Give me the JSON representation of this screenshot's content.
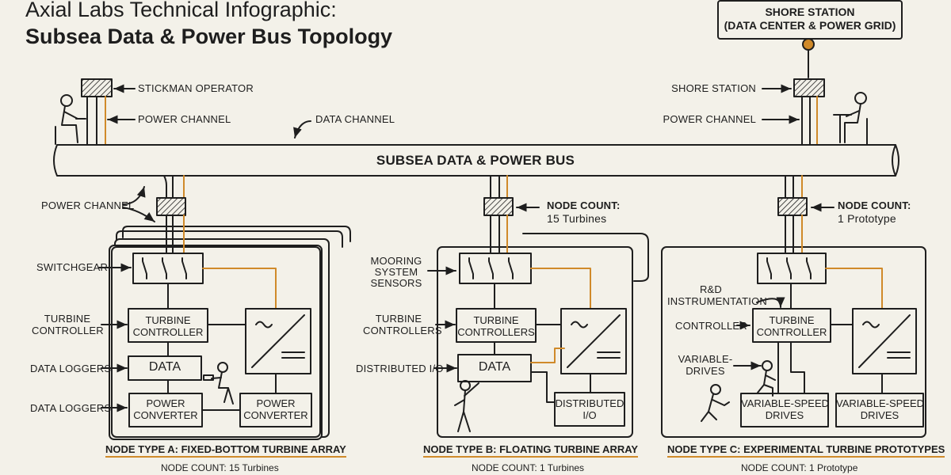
{
  "header": {
    "title_line1": "Axial Labs Technical Infographic:",
    "title_line2": "Subsea Data & Power Bus Topology"
  },
  "shore": {
    "box_line1": "SHORE STATION",
    "box_line2": "(DATA CENTER & POWER GRID)"
  },
  "bus": {
    "label": "SUBSEA DATA & POWER BUS"
  },
  "top_labels": {
    "stickman_operator": "STICKMAN OPERATOR",
    "power_channel_left": "POWER CHANNEL",
    "data_channel": "DATA CHANNEL",
    "shore_station": "SHORE STATION",
    "power_channel_right": "POWER CHANNEL"
  },
  "node_a": {
    "label_power_channel": "POWER CHANNEL",
    "label_switchgear": "SWITCHGEAR",
    "label_turbine_controller_1": "TURBINE",
    "label_turbine_controller_2": "CONTROLLER",
    "label_data_loggers_1": "DATA LOGGERS",
    "label_data_loggers_2": "DATA LOGGERS",
    "box_turbine_1": "TURBINE",
    "box_turbine_2": "CONTROLLER",
    "box_data": "DATA",
    "box_power_conv_1a": "POWER",
    "box_power_conv_1b": "CONVERTER",
    "box_power_conv_2a": "POWER",
    "box_power_conv_2b": "CONVERTER",
    "caption": "NODE TYPE A: FIXED-BOTTOM TURBINE ARRAY",
    "count": "NODE COUNT: 15 Turbines"
  },
  "node_b": {
    "count_head": "NODE COUNT:",
    "count_value": "15 Turbines",
    "label_mooring_1": "MOORING",
    "label_mooring_2": "SYSTEM",
    "label_mooring_3": "SENSORS",
    "label_turbine_1": "TURBINE",
    "label_turbine_2": "CONTROLLERS",
    "label_distributed": "DISTRIBUTED I/O",
    "box_turbine_1": "TURBINE",
    "box_turbine_2": "CONTROLLERS",
    "box_data": "DATA",
    "box_dist_1": "DISTRIBUTED",
    "box_dist_2": "I/O",
    "caption": "NODE TYPE B: FLOATING TURBINE ARRAY",
    "count": "NODE COUNT: 1 Turbines"
  },
  "node_c": {
    "count_head": "NODE COUNT:",
    "count_value": "1 Prototype",
    "label_rd_1": "R&D",
    "label_rd_2": "INSTRUMENTATION",
    "label_controller": "CONTROLLER",
    "label_variable_1": "VARIABLE-",
    "label_variable_2": "DRIVES",
    "box_turbine_1": "TURBINE",
    "box_turbine_2": "CONTROLLER",
    "box_vsd1_1": "VARIABLE-SPEED",
    "box_vsd1_2": "DRIVES",
    "box_vsd2_1": "VARIABLE-SPEED",
    "box_vsd2_2": "DRIVES",
    "caption": "NODE TYPE C: EXPERIMENTAL TURBINE PROTOTYPES",
    "count": "NODE COUNT: 1 Prototype"
  },
  "colors": {
    "background": "#f3f1e9",
    "line": "#1e1e1e",
    "accent": "#d08a2a"
  },
  "icons": [
    "stickman-operator-icon",
    "switchgear-icon",
    "inverter-icon",
    "connector-icon",
    "worker-icon"
  ]
}
